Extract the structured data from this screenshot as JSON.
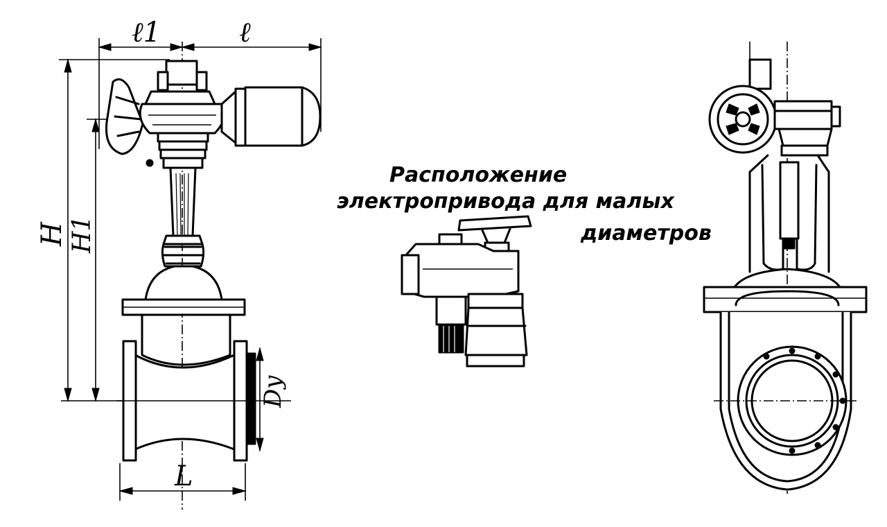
{
  "labels": {
    "l1": "ℓ1",
    "l": "ℓ",
    "H": "H",
    "H1": "H1",
    "L": "L",
    "Dy": "Dy"
  },
  "note": {
    "line1": "Расположение",
    "line2": "электропривода для малых",
    "line3": "диаметров"
  },
  "colors": {
    "ink": "#000000",
    "paper": "#ffffff"
  }
}
